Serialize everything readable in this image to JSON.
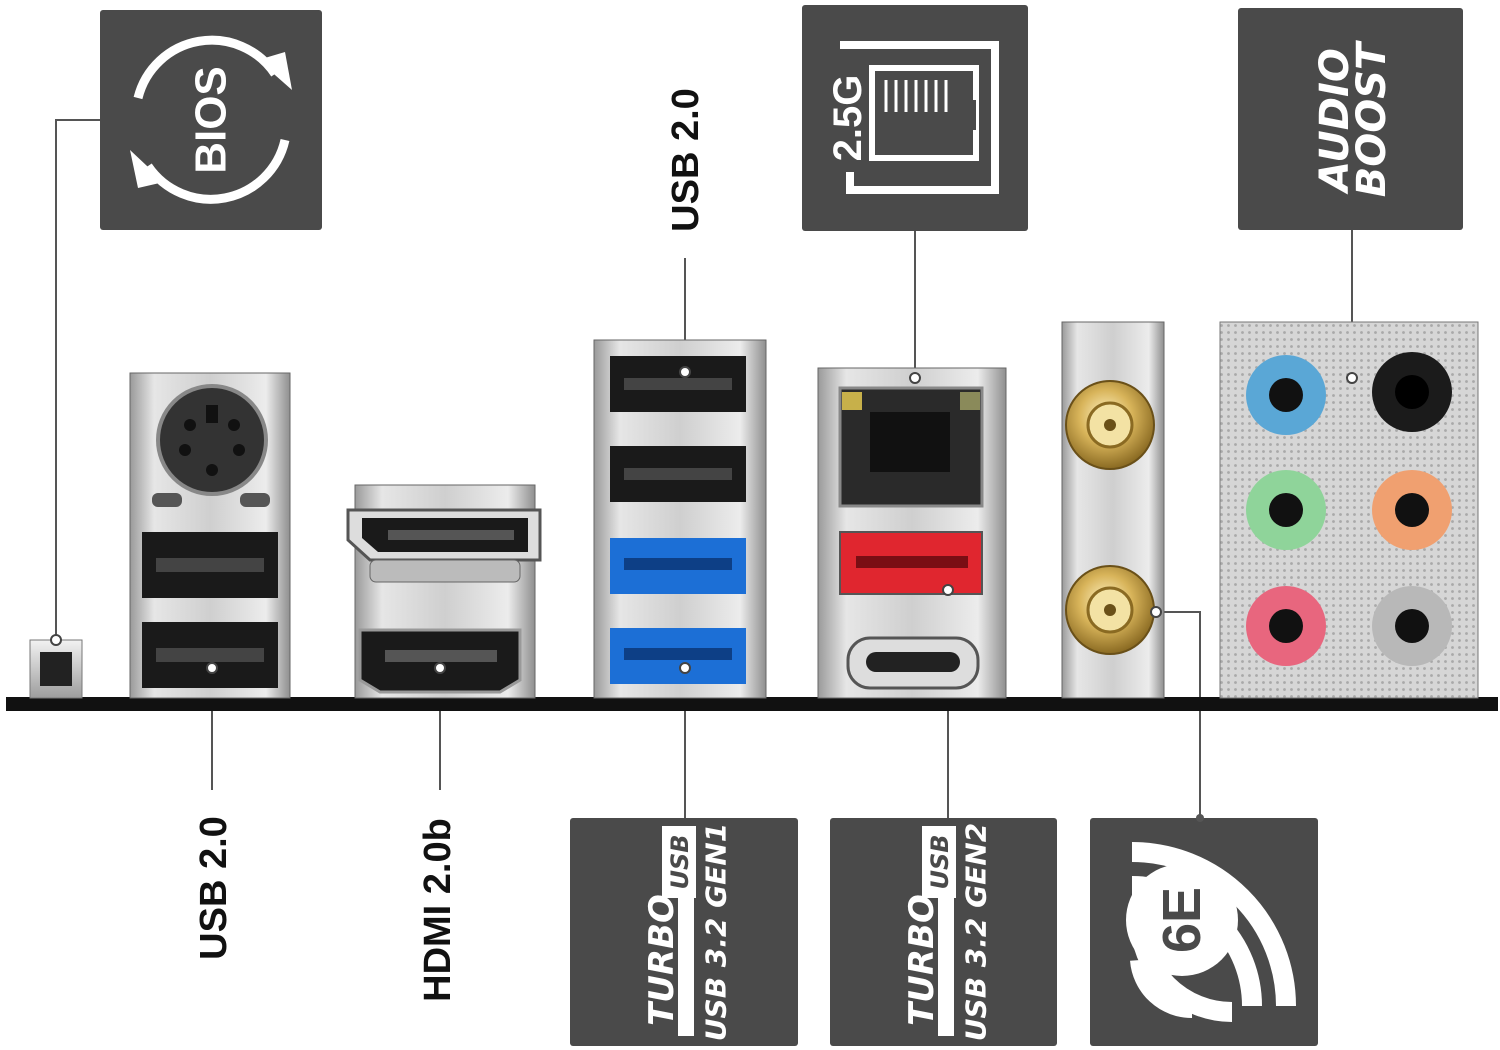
{
  "callouts": {
    "bios_icon_text": "BIOS",
    "lan_icon_text": "2.5G",
    "audio_icon_line1": "AUDIO",
    "audio_icon_line2": "BOOST",
    "usb_top_label": "USB 2.0",
    "usb_left_label": "USB 2.0",
    "hdmi_label": "HDMI 2.0b",
    "turbo_gen1_word": "TURBO",
    "turbo_gen1_usb": "USB",
    "turbo_gen1_spec": "USB 3.2 GEN1",
    "turbo_gen2_word": "TURBO",
    "turbo_gen2_usb": "USB",
    "turbo_gen2_spec": "USB 3.2 GEN2",
    "wifi_icon_text": "6E"
  },
  "colors": {
    "icon_box": "#4a4a4a",
    "baseline": "#111111",
    "usb3_blue": "#1c6fd6",
    "usb_red": "#e0262f",
    "audio_blue": "#5aa7d6",
    "audio_green": "#8fd49a",
    "audio_pink": "#e8667e",
    "audio_orange": "#f0a070",
    "audio_black": "#1b1b1b",
    "audio_grey": "#b8b8b8",
    "gold": "#c9a24a"
  },
  "icons": [
    "bios-refresh-icon",
    "ethernet-2-5g-icon",
    "audio-boost-icon",
    "turbo-usb-gen1-icon",
    "turbo-usb-gen2-icon",
    "wifi-6e-icon"
  ]
}
